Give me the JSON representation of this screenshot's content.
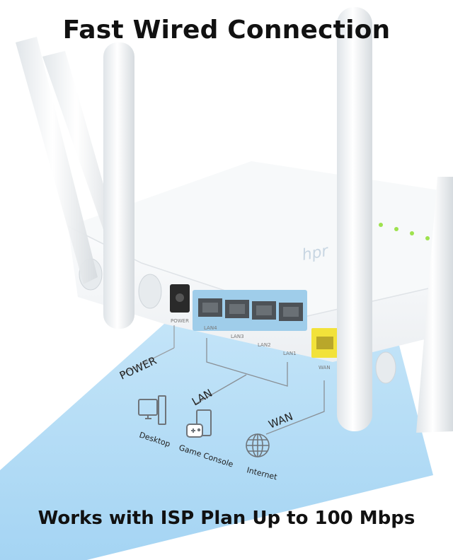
{
  "title": "Fast Wired Connection",
  "footer": "Works with ISP Plan Up to 100 Mbps",
  "router": {
    "brand": "hpr",
    "ports": {
      "power": "POWER",
      "lan4": "LAN4",
      "lan3": "LAN3",
      "lan2": "LAN2",
      "lan1": "LAN1",
      "wan": "WAN"
    }
  },
  "diagram": {
    "power_label": "POWER",
    "lan_label": "LAN",
    "wan_label": "WAN",
    "devices": {
      "desktop": "Desktop",
      "game_console": "Game Console",
      "internet": "Internet"
    }
  },
  "colors": {
    "beam": "#a8d8f5",
    "lan_frame": "#9fcdea",
    "wan_port": "#f2e23a",
    "status_led": "#9ee24e"
  }
}
